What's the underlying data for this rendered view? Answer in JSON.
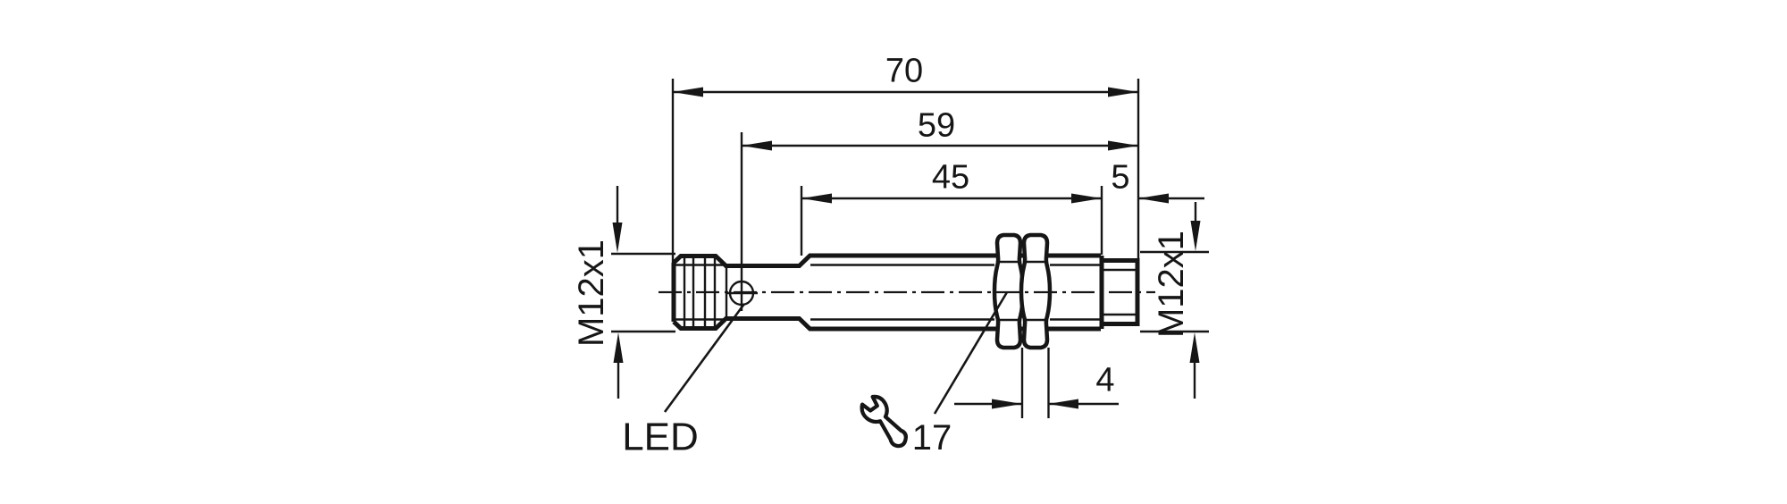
{
  "drawing": {
    "title": "Dimensional drawing — M12 cylindrical inductive sensor, side view",
    "type": "technical-dimension-drawing",
    "dimensions": {
      "overall_length_mm": "70",
      "housing_length_mm": "59",
      "thread_length_mm": "45",
      "tip_length_mm": "5",
      "nut_width_mm": "4",
      "wrench_size_mm": "17"
    },
    "labels": {
      "thread_left": "M12x1",
      "thread_right": "M12x1",
      "led": "LED"
    },
    "colors": {
      "ink": "#161616",
      "background": "#ffffff"
    }
  }
}
